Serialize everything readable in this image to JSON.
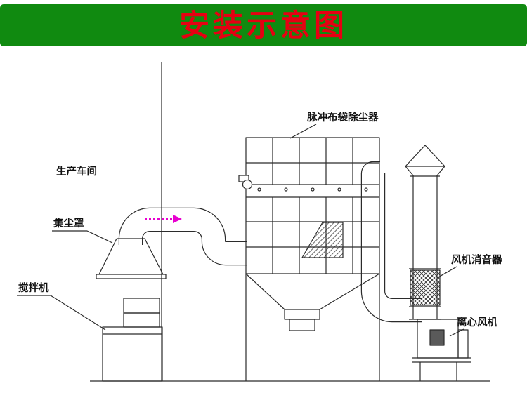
{
  "header": {
    "title": "安装示意图"
  },
  "colors": {
    "banner_bg": "#108a10",
    "title": "#e60012",
    "line": "#2b2b2b",
    "label_text": "#111111",
    "flow_arrow": "#e800d0",
    "background": "#ffffff"
  },
  "diagram": {
    "labels": {
      "workshop": "生产车间",
      "dust_hood": "集尘罩",
      "mixer": "搅拌机",
      "pulse_bag_collector": "脉冲布袋除尘器",
      "fan_silencer": "风机消音器",
      "centrifugal_fan": "离心风机"
    }
  }
}
